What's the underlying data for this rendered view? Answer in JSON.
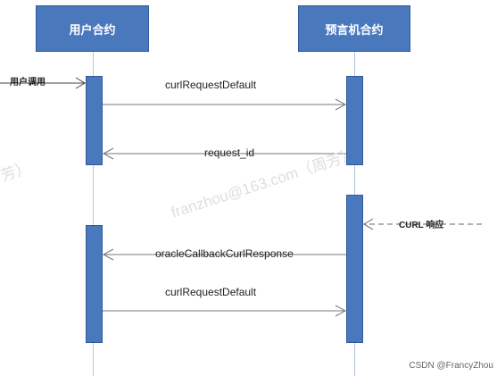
{
  "participants": {
    "user_contract": "用户合约",
    "oracle_contract": "预言机合约"
  },
  "messages": {
    "user_call": "用户调用",
    "curl_request_1": "curlRequestDefault",
    "request_id": "request_id",
    "curl_response": "CURL 响应",
    "oracle_callback": "oracleCallbackCurlResponse",
    "curl_request_2": "curlRequestDefault"
  },
  "watermark": {
    "main": "franzhou@163.com（周芳）",
    "left_fragment": "芳）"
  },
  "footer": {
    "credit": "CSDN @FrancyZhou"
  },
  "colors": {
    "box_fill": "#4a78bd",
    "lifeline": "#b7c7de",
    "arrow": "#777777"
  }
}
